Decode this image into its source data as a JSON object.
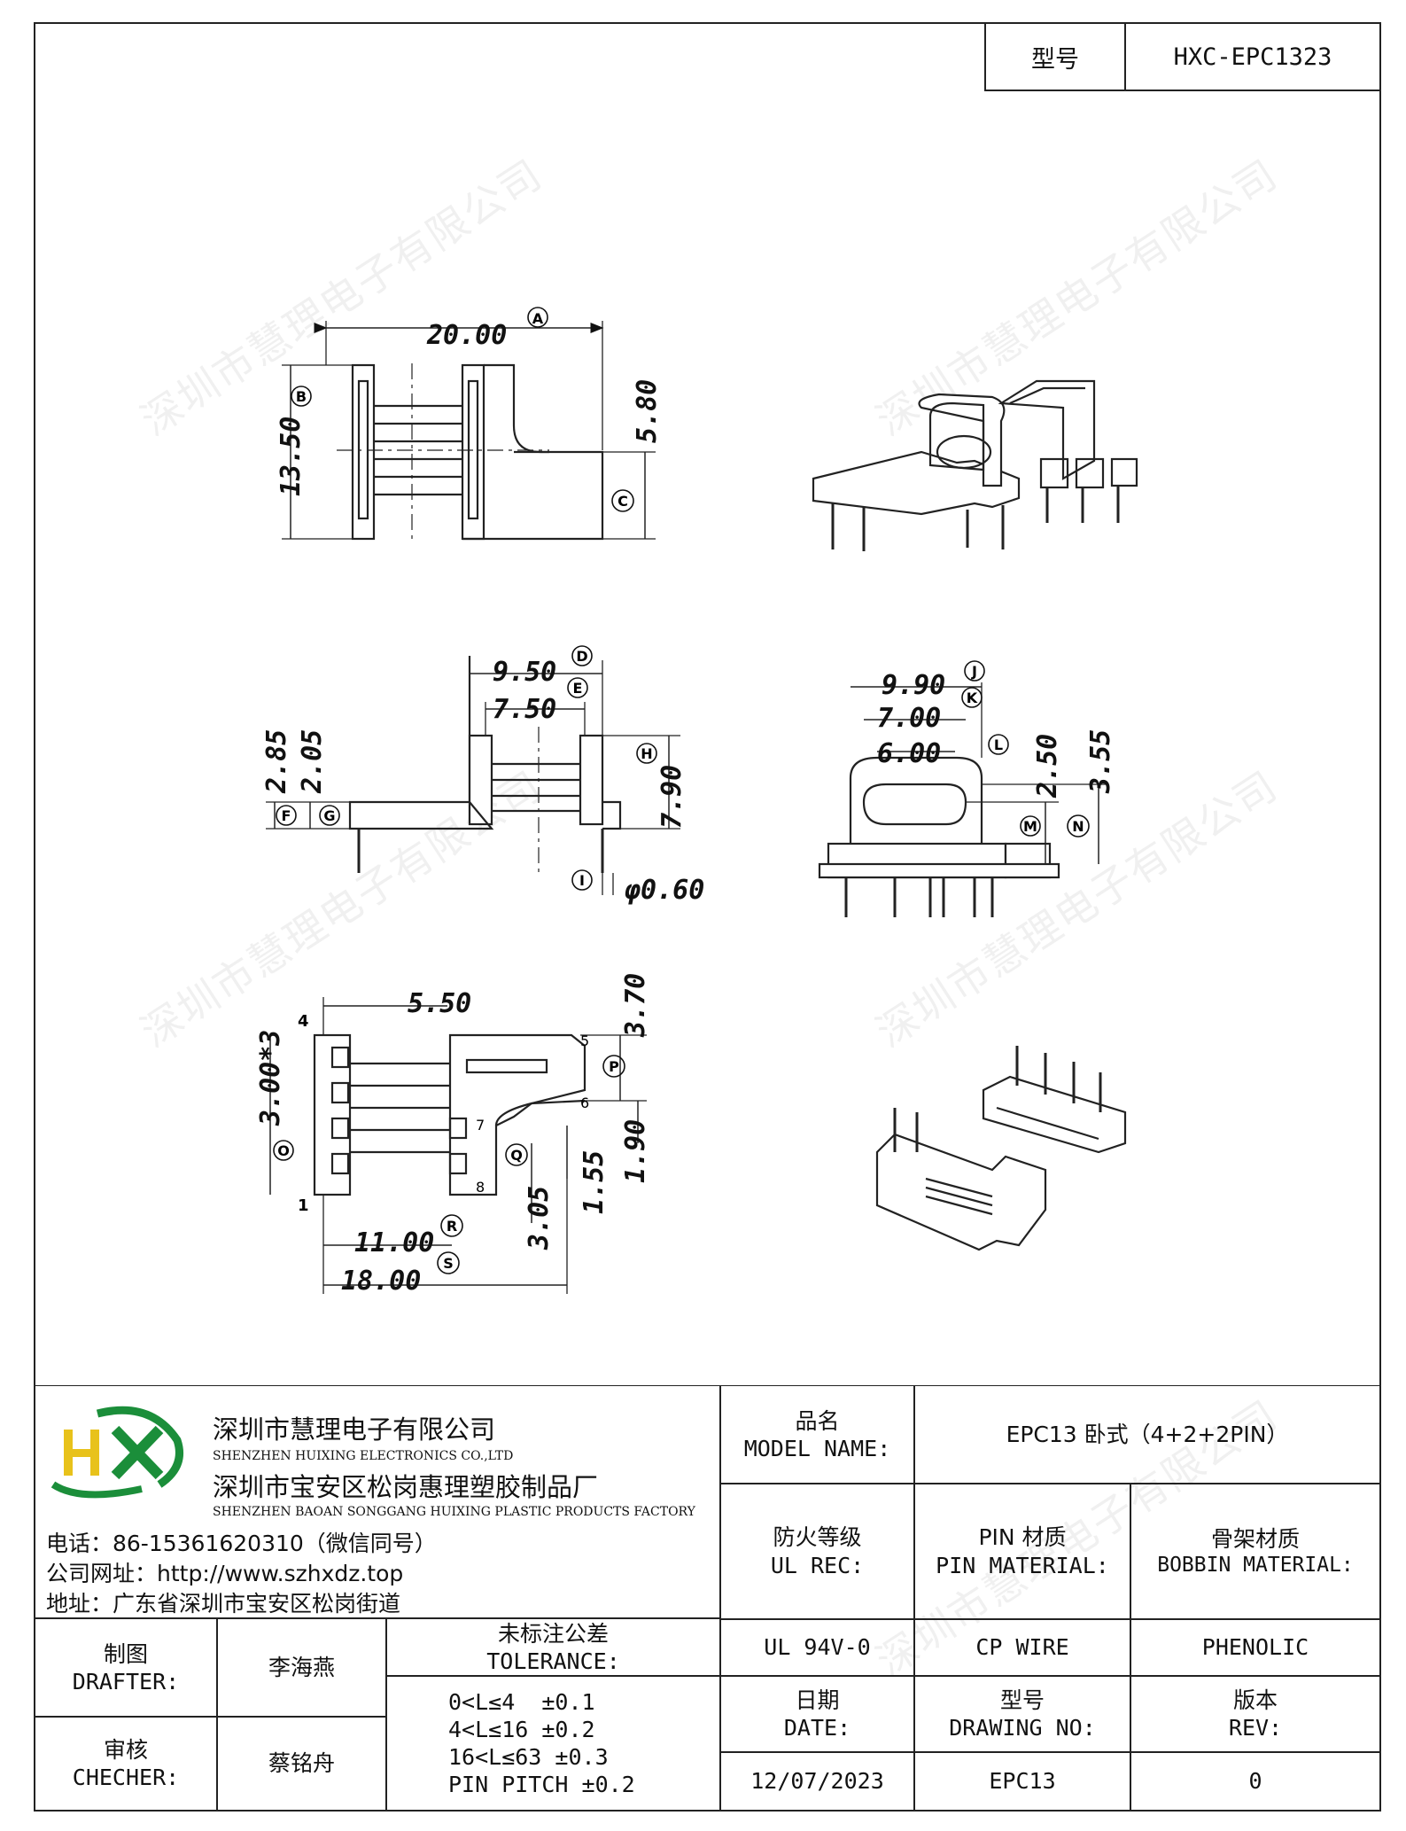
{
  "header": {
    "model_label": "型号",
    "model_value": "HXC-EPC1323"
  },
  "watermark": "深圳市慧理电子有限公司",
  "drawing": {
    "top_view": {
      "dim_a": "20.00",
      "tag_a": "A",
      "dim_b": "13.50",
      "tag_b": "B",
      "dim_c": "5.80",
      "tag_c": "C"
    },
    "side_view": {
      "dim_d": "9.50",
      "tag_d": "D",
      "dim_e": "7.50",
      "tag_e": "E",
      "dim_f": "2.85",
      "tag_f": "F",
      "dim_g": "2.05",
      "tag_g": "G",
      "dim_h": "7.90",
      "tag_h": "H",
      "dim_i": "φ0.60",
      "tag_i": "I"
    },
    "front_view": {
      "dim_j": "9.90",
      "tag_j": "J",
      "dim_k": "7.00",
      "tag_k": "K",
      "dim_l": "6.00",
      "tag_l": "L",
      "dim_m": "2.50",
      "tag_m": "M",
      "dim_n": "3.55",
      "tag_n": "N"
    },
    "bottom_view": {
      "dim_pitch": "3.00*3",
      "dim_o_top": "5.50",
      "dim_p": "3.70",
      "tag_p": "P",
      "dim_q1": "1.90",
      "dim_q2": "1.55",
      "tag_q": "Q",
      "dim_q3": "3.05",
      "dim_r": "11.00",
      "tag_r": "R",
      "dim_s": "18.00",
      "tag_s": "S",
      "tag_o": "O",
      "pin_1": "1",
      "pin_4": "4",
      "pin_5": "5",
      "pin_6": "6",
      "pin_7": "7",
      "pin_8": "8"
    }
  },
  "company": {
    "name_cn_1": "深圳市慧理电子有限公司",
    "name_en_1": "SHENZHEN HUIXING ELECTRONICS CO.,LTD",
    "name_cn_2": "深圳市宝安区松岗惠理塑胶制品厂",
    "name_en_2": "SHENZHEN BAOAN SONGGANG HUIXING PLASTIC PRODUCTS FACTORY",
    "phone": "电话：86-15361620310（微信同号）",
    "website": "公司网址：http://www.szhxdz.top",
    "address": "地址：广东省深圳市宝安区松岗街道",
    "logo_text": "HX"
  },
  "title_block": {
    "model_name_label_cn": "品名",
    "model_name_label_en": "MODEL NAME:",
    "model_name_value": "EPC13 卧式（4+2+2PIN）",
    "ul_label_cn": "防火等级",
    "ul_label_en": "UL REC:",
    "pin_mat_label_cn": "PIN 材质",
    "pin_mat_label_en": "PIN MATERIAL:",
    "bobbin_label_cn": "骨架材质",
    "bobbin_label_en": "BOBBIN MATERIAL:",
    "ul_value": "UL 94V-0",
    "pin_value": "CP WIRE",
    "bobbin_value": "PHENOLIC",
    "date_label_cn": "日期",
    "date_label_en": "DATE:",
    "dwg_label_cn": "型号",
    "dwg_label_en": "DRAWING NO:",
    "rev_label_cn": "版本",
    "rev_label_en": "REV:",
    "date_value": "12/07/2023",
    "dwg_value": "EPC13",
    "rev_value": "0",
    "drafter_label_cn": "制图",
    "drafter_label_en": "DRAFTER:",
    "drafter_value": "李海燕",
    "checker_label_cn": "审核",
    "checker_label_en": "CHECHER:",
    "checker_value": "蔡铭舟",
    "tol_label_cn": "未标注公差",
    "tol_label_en": "TOLERANCE:",
    "tol_lines": [
      "0<L≤4  ±0.1",
      "4<L≤16 ±0.2",
      "16<L≤63 ±0.3",
      "PIN PITCH ±0.2"
    ]
  }
}
